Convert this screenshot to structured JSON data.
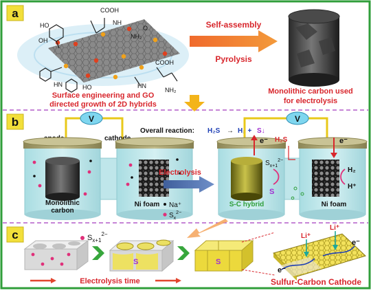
{
  "panel_a": {
    "label": "a",
    "arrow_top": "Self-assembly",
    "arrow_bottom": "Pyrolysis",
    "caption_left_1": "Surface engineering and GO",
    "caption_left_2": "directed growth of 2D hybrids",
    "caption_right_1": "Monolithic carbon used",
    "caption_right_2": "for electrolysis",
    "groups": [
      "HO",
      "OH",
      "COOH",
      "NH",
      "NH₂",
      "HN",
      "O",
      "COOH",
      "NH₂",
      "HN",
      "HO"
    ]
  },
  "panel_b": {
    "label": "b",
    "voltmeter": "V",
    "anode": "anode",
    "cathode": "cathode",
    "reaction_label": "Overall reaction:",
    "reaction_reactant": "H₂S",
    "reaction_arrow": "→",
    "reaction_h2": "H₂ +",
    "reaction_s": "S↓",
    "monolithic_1": "Monolithic",
    "monolithic_2": "carbon",
    "nifoam": "Ni foam",
    "na_legend": "Na⁺",
    "sx_legend_base": "S",
    "sx_legend_sub": "x",
    "sx_legend_sup": "2−",
    "electrolysis": "Electrolysis",
    "electron_left": "e⁻",
    "electron_right": "e⁻",
    "h2s_label": "H₂S",
    "sx1_base": "S",
    "sx1_sub": "x+1",
    "sx1_sup": "2−",
    "s_label": "S",
    "sc_hybrid": "S-C hybrid",
    "h2_label": "H₂",
    "hplus_label": "H⁺",
    "nifoam_right": "Ni foam"
  },
  "panel_c": {
    "label": "c",
    "sx1_base": "S",
    "sx1_sub": "x+1",
    "sx1_sup": "2−",
    "s_mid": "S",
    "s_right": "S",
    "time_label": "Electrolysis time",
    "li_1": "Li⁺",
    "li_2": "Li⁺",
    "e_1": "e⁻",
    "e_2": "e⁻",
    "cathode_label": "Sulfur-Carbon Cathode"
  },
  "colors": {
    "frame": "#2f9e3a",
    "separator": "#b45cc8",
    "label_bg": "#f2df3a",
    "caption_red": "#d8262c",
    "arrow_red": "#e2452e",
    "wire": "#e8c81a",
    "voltmeter": "#7fd6ef",
    "tank": "#bfe6ea",
    "tank_edge": "#8fc8cf",
    "lid": "#a7a073",
    "electrolysis_arrow": "#4d6fa8",
    "sx_pink": "#e0307a",
    "s_purple": "#a02fd0",
    "reaction_blue": "#1e3fb5",
    "down_arrow": "#f3b41a"
  }
}
